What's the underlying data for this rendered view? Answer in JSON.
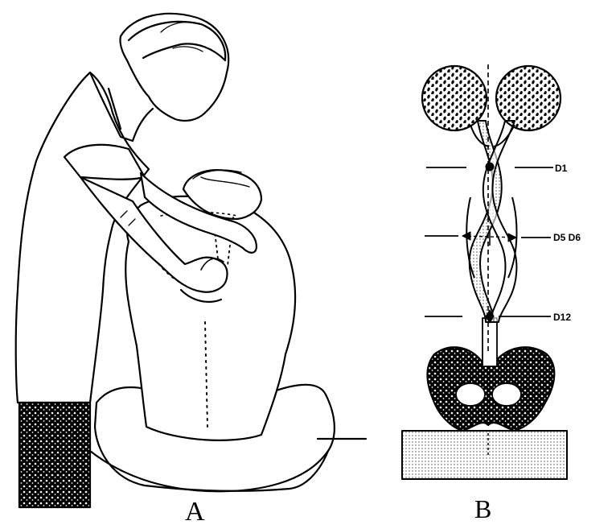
{
  "panels": {
    "a": {
      "caption": "A"
    },
    "b": {
      "caption": "B",
      "levels": {
        "d1": "D1",
        "d5d6": "D5 D6",
        "d12": "D12"
      }
    }
  },
  "colors": {
    "ink": "#000000",
    "paper": "#ffffff"
  }
}
